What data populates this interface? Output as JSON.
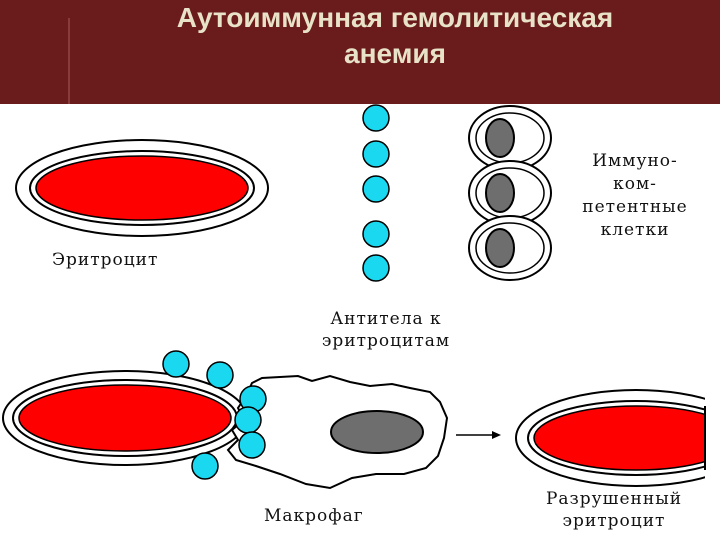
{
  "title": {
    "line1": "Аутоиммунная гемолитическая",
    "line2": "анемия"
  },
  "labels": {
    "erythrocyte": "Эритроцит",
    "immune_cells": [
      "Иммуно-",
      "ком-",
      "петентные",
      "клетки"
    ],
    "antibodies": [
      "Антитела к",
      "эритроцитам"
    ],
    "macrophage": "Макрофаг",
    "destroyed": [
      "Разрушенный",
      "эритроцит"
    ]
  },
  "colors": {
    "header_bg": "#6a1c1c",
    "title_text": "#e8e2c8",
    "cell_red": "#ff0000",
    "antibody_cyan": "#1ad8f0",
    "nucleus_gray": "#6e6e6e"
  }
}
